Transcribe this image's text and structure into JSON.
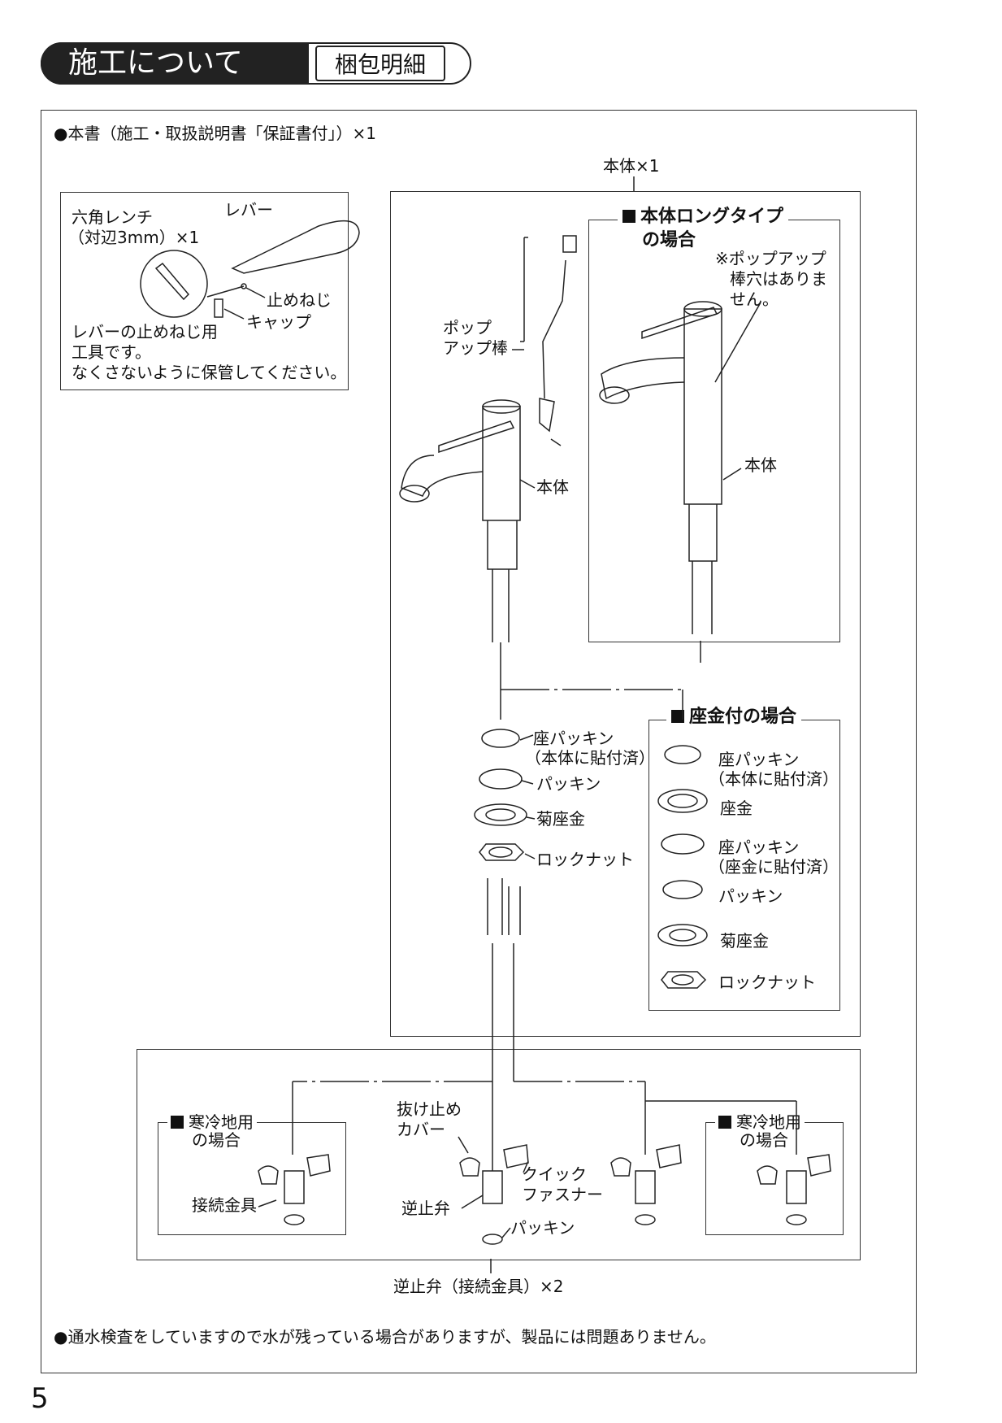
{
  "header": {
    "title": "施工について",
    "subtitle": "梱包明細"
  },
  "notes": {
    "manual": "●本書（施工・取扱説明書「保証書付」）×1",
    "water": "●通水検査をしていますので水が残っている場合がありますが、製品には問題ありません。"
  },
  "tools": {
    "wrench": "六角レンチ",
    "wrench_size": "（対辺3mm）×1",
    "lever": "レバー",
    "screw": "止めねじ",
    "cap": "キャップ",
    "note1": "レバーの止めねじ用",
    "note2": "工具です。",
    "note3": "なくさないように保管してください。"
  },
  "main": {
    "title": "本体×1",
    "popup_rod_1": "ポップ",
    "popup_rod_2": "アップ棒",
    "body": "本体",
    "long_type_1": "本体ロングタイプ",
    "long_type_2": "の場合",
    "long_note_1": "※ポップアップ",
    "long_note_2": "棒穴はありま",
    "long_note_3": "せん。",
    "long_body": "本体"
  },
  "parts": {
    "seat_packing": "座パッキン",
    "seat_packing_note": "（本体に貼付済）",
    "packing": "パッキン",
    "chrysanthemum_washer": "菊座金",
    "lock_nut": "ロックナット"
  },
  "washer_case": {
    "title": "座金付の場合",
    "seat_packing": "座パッキン",
    "seat_packing_note": "（本体に貼付済）",
    "washer": "座金",
    "seat_packing2": "座パッキン",
    "seat_packing2_note": "（座金に貼付済）",
    "packing": "パッキン",
    "chrysanthemum_washer": "菊座金",
    "lock_nut": "ロックナット"
  },
  "check_valve": {
    "title": "逆止弁（接続金具）×2",
    "cold_left_1": "寒冷地用",
    "cold_left_2": "の場合",
    "fitting": "接続金具",
    "cover_1": "抜け止め",
    "cover_2": "カバー",
    "fastener_1": "クイック",
    "fastener_2": "ファスナー",
    "valve": "逆止弁",
    "packing": "パッキン",
    "cold_right_1": "寒冷地用",
    "cold_right_2": "の場合"
  },
  "page_number": "5"
}
